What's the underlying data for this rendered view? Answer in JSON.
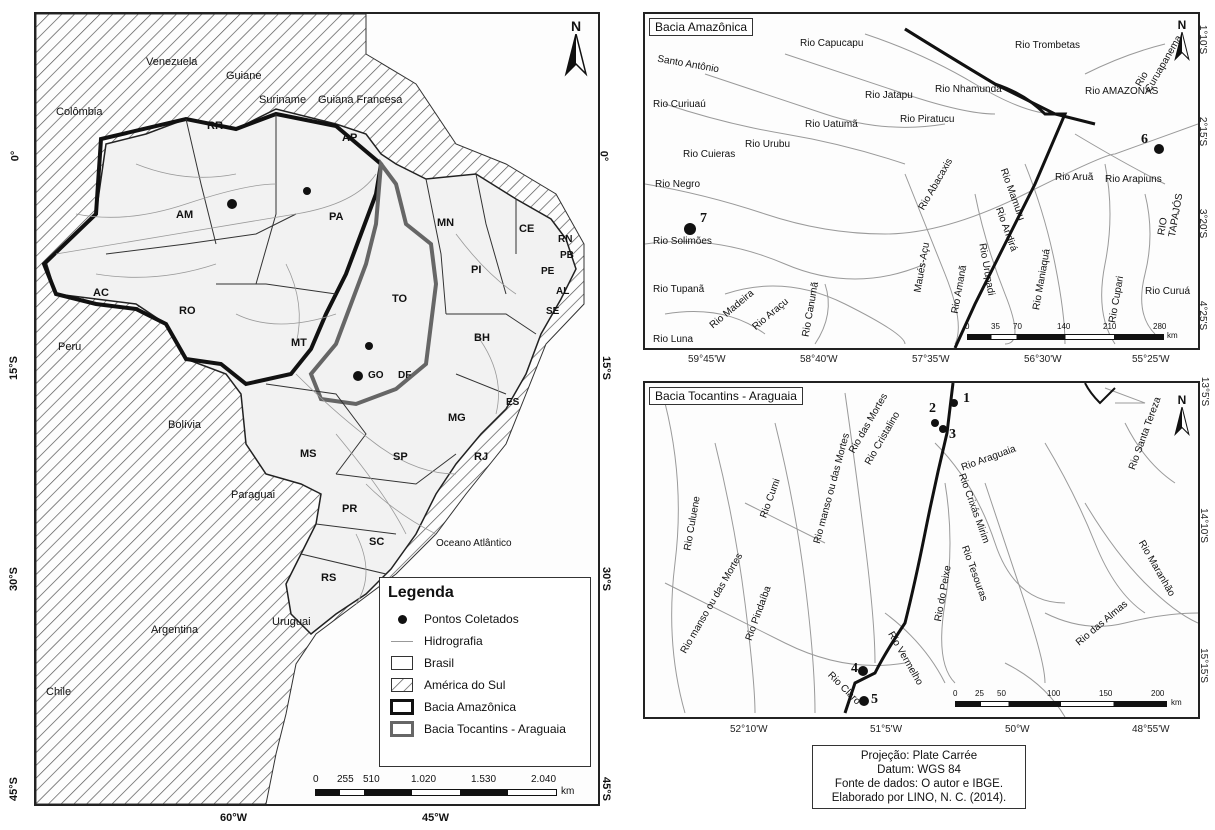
{
  "main_map": {
    "top_ticks": [
      "",
      ""
    ],
    "bottom_ticks": [
      "60°W",
      "45°W"
    ],
    "left_ticks": [
      "0°",
      "15°S",
      "30°S",
      "45°S"
    ],
    "right_ticks": [
      "0°",
      "15°S",
      "30°S",
      "45°S"
    ],
    "countries": [
      "Venezuela",
      "Guiane",
      "Suriname",
      "Guiana Francesa",
      "Colômbia",
      "Peru",
      "Bolívia",
      "Paraguai",
      "Argentina",
      "Chile",
      "Uruguai"
    ],
    "states": [
      "RR",
      "AP",
      "AM",
      "PA",
      "MN",
      "CE",
      "RN",
      "PB",
      "PE",
      "AL",
      "SE",
      "PI",
      "AC",
      "RO",
      "TO",
      "BH",
      "MT",
      "GO",
      "DF",
      "MG",
      "ES",
      "MS",
      "SP",
      "RJ",
      "PR",
      "SC",
      "RS"
    ],
    "ocean": "Oceano Atlântico",
    "north": "N",
    "scale_labels": [
      "0",
      "255",
      "510",
      "1.020",
      "1.530",
      "2.040"
    ],
    "scale_unit": "km"
  },
  "legend": {
    "title": "Legenda",
    "items": [
      "Pontos Coletados",
      "Hidrografia",
      "Brasil",
      "América do Sul",
      "Bacia Amazônica",
      "Bacia Tocantins - Araguaia"
    ]
  },
  "amazon_panel": {
    "title": "Bacia Amazônica",
    "bottom_ticks": [
      "59°45'W",
      "58°40'W",
      "57°35'W",
      "56°30'W",
      "55°25'W"
    ],
    "right_ticks": [
      "1°10'S",
      "2°15'S",
      "3°20'S",
      "4°25'S"
    ],
    "rivers": [
      "Rio Capucapu",
      "Rio Nhamundá",
      "Rio Trombetas",
      "Rio Curuapanema",
      "Rio Jatapu",
      "Rio Piratucu",
      "Rio Uatumã",
      "Rio Urubu",
      "Rio Curiuaú",
      "Rio Cuieras",
      "Rio Negro",
      "Rio Solimões",
      "Rio Abacaxis",
      "Rio AMAZONAS",
      "Rio Arapiuns",
      "Rio Aruã",
      "RIO TAPAJÓS",
      "Rio Mamuru",
      "Rio Andirá",
      "Rio Maniaquá",
      "Maués-Açu",
      "Rio Amanã",
      "Rio Urupadi",
      "Rio Cupari",
      "Rio Curuá",
      "Rio Tupanã",
      "Rio Madeira",
      "Rio Araçu",
      "Rio Canumã",
      "Rio Luna",
      "Santo Antônio"
    ],
    "points": [
      "6",
      "7"
    ],
    "north": "N",
    "scale_labels": [
      "0",
      "35",
      "70",
      "140",
      "210",
      "280"
    ],
    "scale_unit": "km"
  },
  "tocantins_panel": {
    "title": "Bacia Tocantins - Araguaia",
    "bottom_ticks": [
      "52°10'W",
      "51°5'W",
      "50°W",
      "48°55'W"
    ],
    "right_ticks": [
      "13°5'S",
      "14°10'S",
      "15°15'S"
    ],
    "rivers": [
      "Rio das Mortes",
      "Rio Cristalino",
      "Rio manso ou das Mortes",
      "Rio Cumi",
      "Rio Culuene",
      "Rio Araguaia",
      "Rio Crixás Mirim",
      "Rio Tesouras",
      "Rio do Peixe",
      "Rio das Almas",
      "Rio Maranhão",
      "Rio Santa Tereza",
      "Rio Pindaíba",
      "Rio manso ou das Mortes",
      "Rio Vermelho",
      "Rio Claro"
    ],
    "points": [
      "1",
      "2",
      "3",
      "4",
      "5"
    ],
    "north": "N",
    "scale_labels": [
      "0",
      "25",
      "50",
      "100",
      "150",
      "200"
    ],
    "scale_unit": "km"
  },
  "credits": {
    "line1": "Projeção: Plate Carrée",
    "line2": "Datum: WGS 84",
    "line3": "Fonte de dados: O autor e IBGE.",
    "line4": "Elaborado por LINO, N. C. (2014)."
  },
  "colors": {
    "brasil_fill": "#f2f2f2",
    "river": "#9a9a9a",
    "amazon_border": "#111111",
    "tocantins_border": "#666666",
    "hatch": "#555555"
  }
}
